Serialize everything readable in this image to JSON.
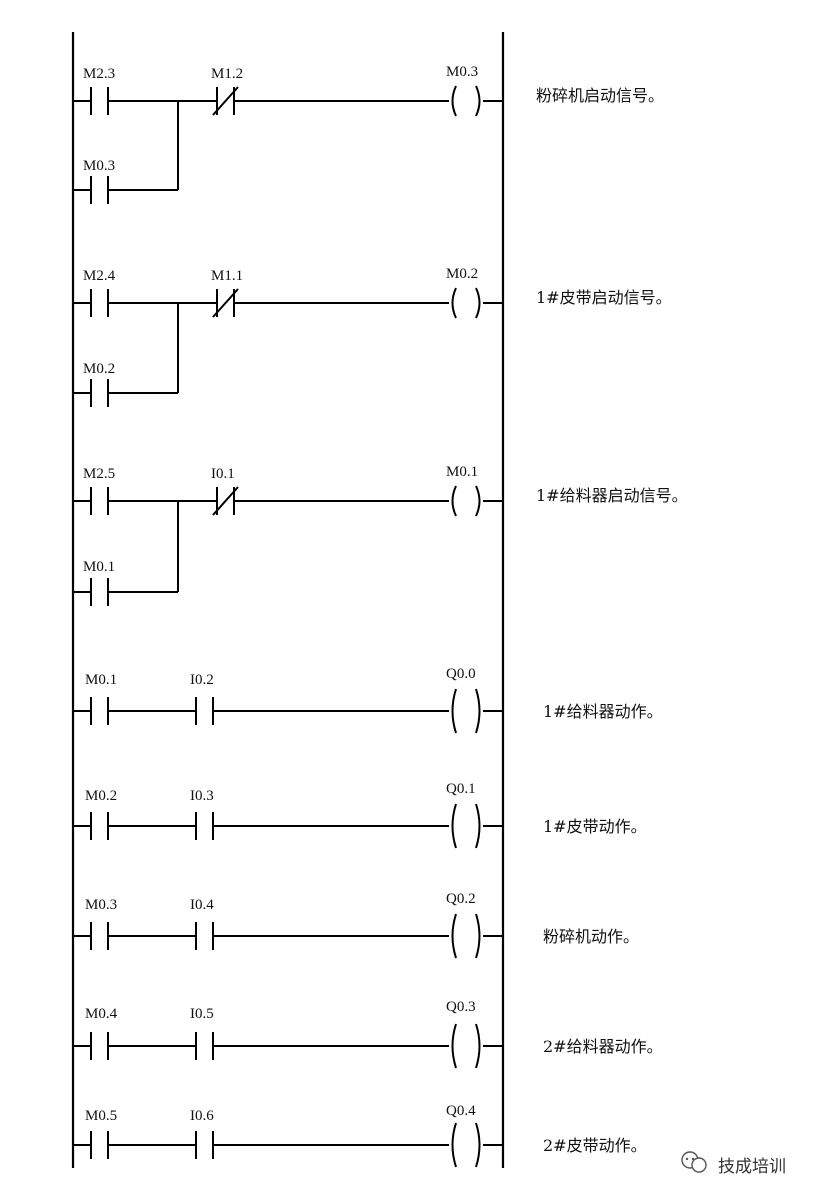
{
  "rungs": [
    {
      "contact": "M2.3",
      "branch": "M0.3",
      "interlock": "M1.2",
      "interlock_type": "nc",
      "coil": "M0.3",
      "comment": "粉碎机启动信号。"
    },
    {
      "contact": "M2.4",
      "branch": "M0.2",
      "interlock": "M1.1",
      "interlock_type": "nc",
      "coil": "M0.2",
      "comment": "1#皮带启动信号。"
    },
    {
      "contact": "M2.5",
      "branch": "M0.1",
      "interlock": "I0.1",
      "interlock_type": "nc",
      "coil": "M0.1",
      "comment": "1#给料器启动信号。"
    },
    {
      "contact": "M0.1",
      "interlock": "I0.2",
      "interlock_type": "no",
      "coil": "Q0.0",
      "comment": "1#给料器动作。"
    },
    {
      "contact": "M0.2",
      "interlock": "I0.3",
      "interlock_type": "no",
      "coil": "Q0.1",
      "comment": "1#皮带动作。"
    },
    {
      "contact": "M0.3",
      "interlock": "I0.4",
      "interlock_type": "no",
      "coil": "Q0.2",
      "comment": "粉碎机动作。"
    },
    {
      "contact": "M0.4",
      "interlock": "I0.5",
      "interlock_type": "no",
      "coil": "Q0.3",
      "comment": "2#给料器动作。"
    },
    {
      "contact": "M0.5",
      "interlock": "I0.6",
      "interlock_type": "no",
      "coil": "Q0.4",
      "comment": "2#皮带动作。"
    }
  ],
  "watermark": {
    "icon": "wechat-icon",
    "text": "技成培训"
  }
}
